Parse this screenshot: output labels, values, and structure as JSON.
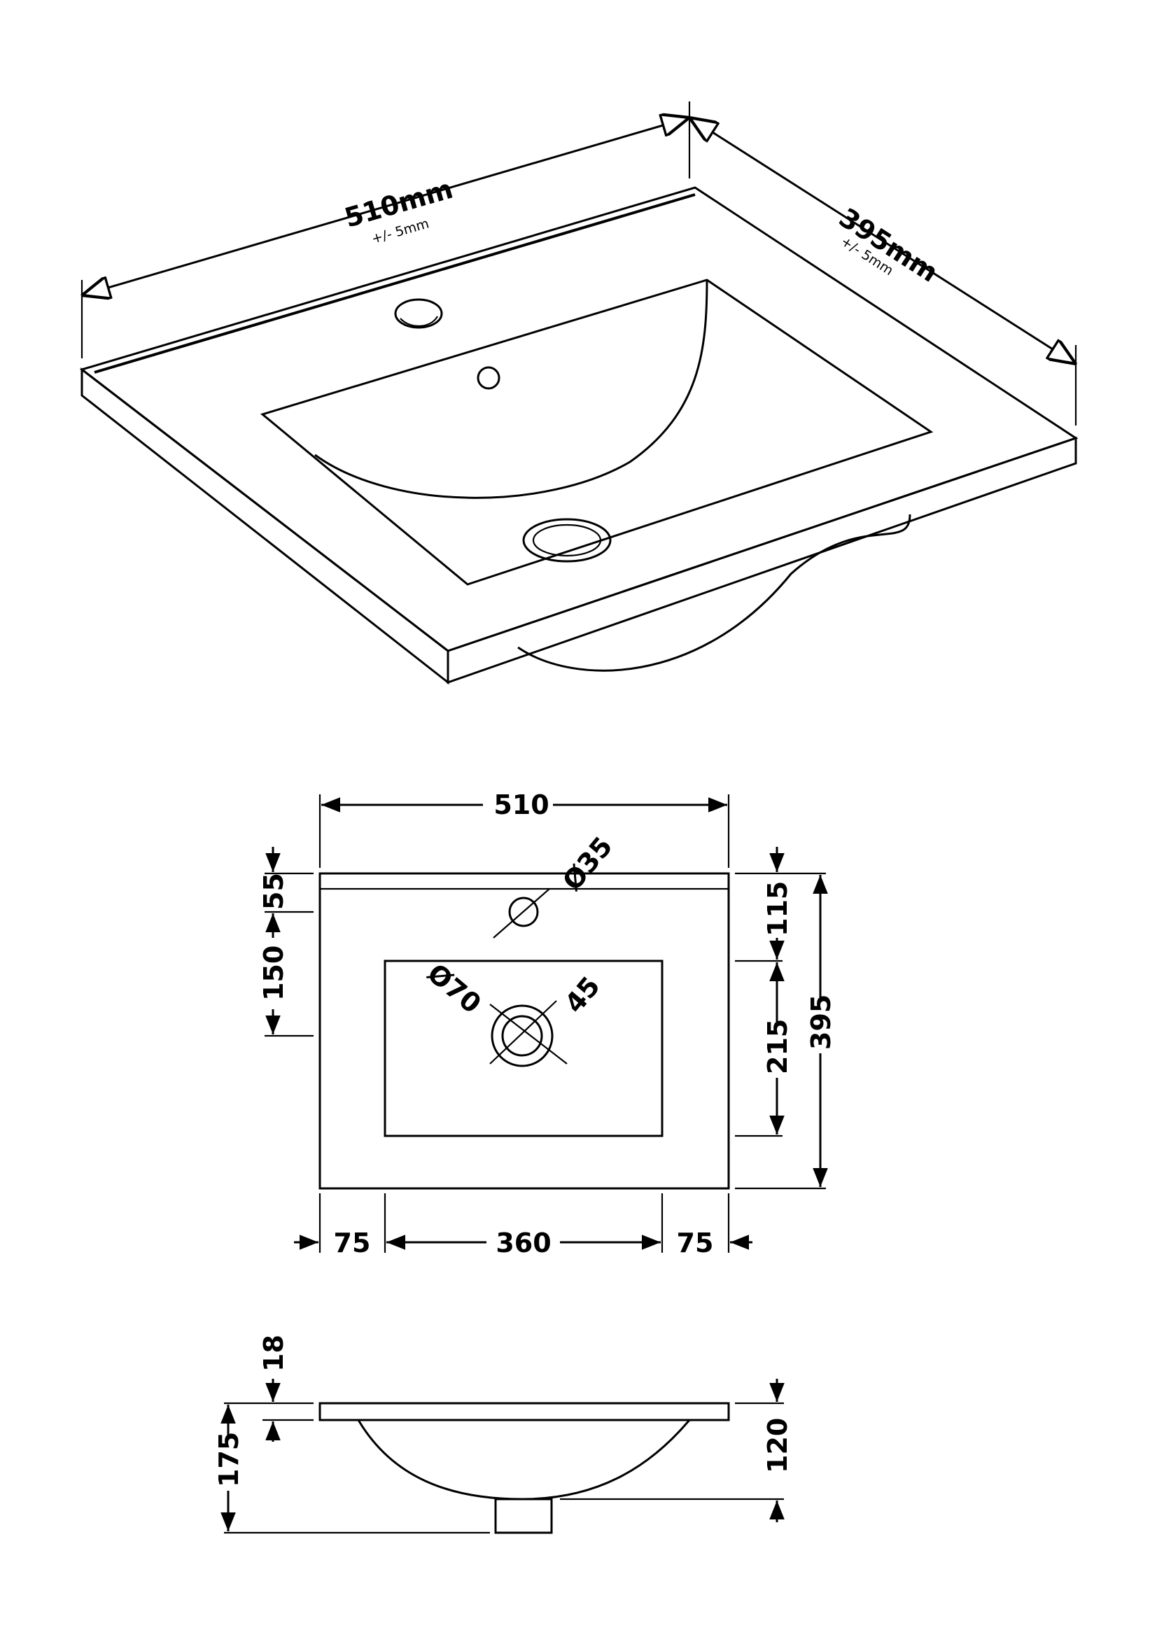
{
  "iso_view": {
    "width_label": "510mm",
    "width_tolerance": "+/- 5mm",
    "depth_label": "395mm",
    "depth_tolerance": "+/- 5mm"
  },
  "plan_view": {
    "overall_width": "510",
    "overall_depth": "395",
    "tap_hole_diameter": "Ø35",
    "waste_diameter": "Ø70",
    "waste_inner": "45",
    "tap_from_back": "55",
    "bowl_from_tap": "150",
    "back_to_bowl": "115",
    "bowl_depth": "215",
    "left_margin": "75",
    "bowl_width": "360",
    "right_margin": "75"
  },
  "side_view": {
    "slab_thickness": "18",
    "total_height": "175",
    "bowl_height": "120"
  }
}
